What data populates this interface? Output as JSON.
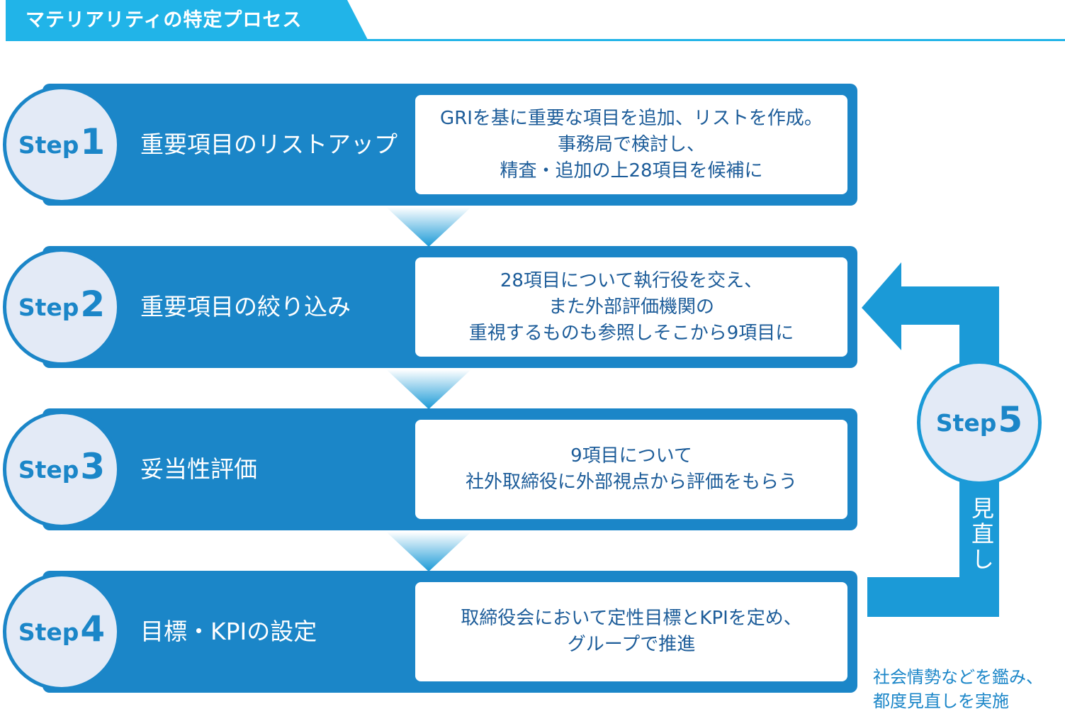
{
  "header": {
    "title": "マテリアリティの特定プロセス"
  },
  "step_word": "Step",
  "steps": [
    {
      "number": "1",
      "title": "重要項目のリストアップ",
      "description": [
        "GRIを基に重要な項目を追加、リストを作成。",
        "事務局で検討し、",
        "精査・追加の上28項目を候補に"
      ]
    },
    {
      "number": "2",
      "title": "重要項目の絞り込み",
      "description": [
        "28項目について執行役を交え、",
        "また外部評価機関の",
        "重視するものも参照しそこから9項目に"
      ]
    },
    {
      "number": "3",
      "title": "妥当性評価",
      "description": [
        "9項目について",
        "社外取締役に外部視点から評価をもらう"
      ]
    },
    {
      "number": "4",
      "title": "目標・KPIの設定",
      "description": [
        "取締役会において定性目標とKPIを定め、",
        "グループで推進"
      ]
    }
  ],
  "step5": {
    "number": "5",
    "label": "見直し",
    "note": [
      "社会情勢などを鑑み、",
      "都度見直しを実施"
    ]
  },
  "colors": {
    "header": "#21b4e8",
    "step_bar": "#1b86c8",
    "circle_fill": "#e3eaf6",
    "loop_arrow": "#1b9ad7",
    "desc_text": "#1c5c99"
  }
}
